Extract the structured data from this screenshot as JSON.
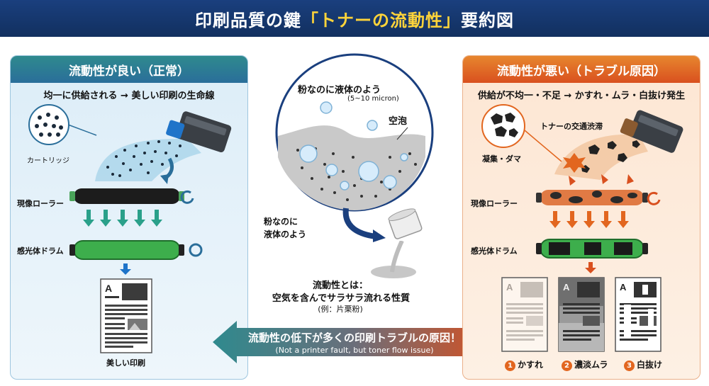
{
  "title": {
    "before": "印刷品質の鍵",
    "highlight": "「トナーの流動性」",
    "after": "要約図"
  },
  "left_panel": {
    "header": "流動性が良い（正常）",
    "subtitle": "均一に供給される → 美しい印刷の生命線",
    "cartridge_label": "カートリッジ",
    "roller_label": "現像ローラー",
    "drum_label": "感光体ドラム",
    "print_label": "美しい印刷"
  },
  "center": {
    "bubble_title": "粉なのに液体のよう",
    "size_note": "(5~10 micron)",
    "bubble_label": "空泡",
    "side_label_1": "粉なのに",
    "side_label_2": "液体のよう",
    "definition_1": "流動性とは：",
    "definition_2": "空気を含んでサラサラ流れる性質",
    "definition_3": "(例：片栗粉)"
  },
  "bottom_banner": {
    "main": "流動性の低下が多くの印刷トラブルの原因！",
    "sub": "(Not a printer fault, but toner flow issue)"
  },
  "right_panel": {
    "header": "流動性が悪い（トラブル原因）",
    "subtitle": "供給が不均一・不足 → かすれ・ムラ・白抜け発生",
    "clump_label": "凝集・ダマ",
    "jam_label": "トナーの交通渋滞",
    "roller_label": "現像ローラー",
    "drum_label": "感光体ドラム",
    "results": [
      {
        "num": "1",
        "label": "かすれ"
      },
      {
        "num": "2",
        "label": "濃淡ムラ"
      },
      {
        "num": "3",
        "label": "白抜け"
      }
    ]
  },
  "colors": {
    "navy": "#12305f",
    "teal": "#2f8a8e",
    "orange": "#e2661f",
    "yellow": "#ffd43a"
  }
}
